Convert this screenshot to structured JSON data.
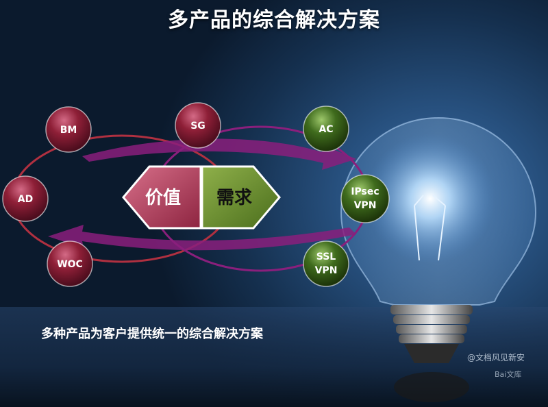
{
  "title": "多产品的综合解决方案",
  "caption": "多种产品为客户提供统一的综合解决方案",
  "center": {
    "left": "价值",
    "right": "需求"
  },
  "nodes": {
    "bm": "BM",
    "sg": "SG",
    "ac": "AC",
    "ad": "AD",
    "woc": "WOC",
    "ipsec_line1": "IPsec",
    "ipsec_line2": "VPN",
    "ssl_line1": "SSL",
    "ssl_line2": "VPN"
  },
  "watermark": {
    "line1": "@文档风见新安",
    "line2": "Bai文库"
  },
  "colors": {
    "red_node": "#8e1f37",
    "green_node": "#3f6b1d",
    "value_fill": "#b33d57",
    "demand_fill": "#6a8a2a",
    "arrow_purple": "#8a1f7c",
    "ellipse_red": "#b03040"
  }
}
